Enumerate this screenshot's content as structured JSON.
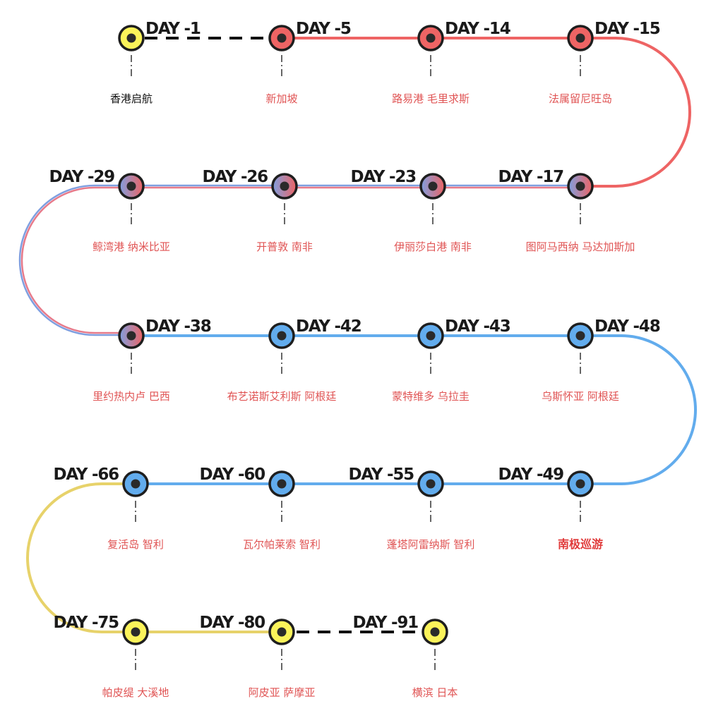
{
  "colors": {
    "red": "#ee6464",
    "blue": "#62aced",
    "yellow": "#e7d26a",
    "yellow_fill": "#fbf35a",
    "dash": "#111111",
    "mix": "#a088c0"
  },
  "stops": [
    {
      "day": "DAY -1",
      "place": "香港启航"
    },
    {
      "day": "DAY -5",
      "place": "新加坡"
    },
    {
      "day": "DAY -14",
      "place": "路易港  毛里求斯"
    },
    {
      "day": "DAY -15",
      "place": "法属留尼旺岛"
    },
    {
      "day": "DAY -17",
      "place": "图阿马西纳  马达加斯加"
    },
    {
      "day": "DAY -23",
      "place": "伊丽莎白港  南非"
    },
    {
      "day": "DAY -26",
      "place": "开普敦  南非"
    },
    {
      "day": "DAY -29",
      "place": "鲸湾港  纳米比亚"
    },
    {
      "day": "DAY -38",
      "place": "里约热内卢  巴西"
    },
    {
      "day": "DAY -42",
      "place": "布艺诺斯艾利斯  阿根廷"
    },
    {
      "day": "DAY -43",
      "place": "蒙特维多  乌拉圭"
    },
    {
      "day": "DAY -48",
      "place": "乌斯怀亚  阿根廷"
    },
    {
      "day": "DAY -49",
      "place": "南极巡游"
    },
    {
      "day": "DAY -55",
      "place": "蓬塔阿雷纳斯  智利"
    },
    {
      "day": "DAY -60",
      "place": "瓦尔帕莱索  智利"
    },
    {
      "day": "DAY -66",
      "place": "复活岛  智利"
    },
    {
      "day": "DAY -75",
      "place": "帕皮缇  大溪地"
    },
    {
      "day": "DAY -80",
      "place": "阿皮亚  萨摩亚"
    },
    {
      "day": "DAY -91",
      "place": "横滨  日本"
    }
  ]
}
